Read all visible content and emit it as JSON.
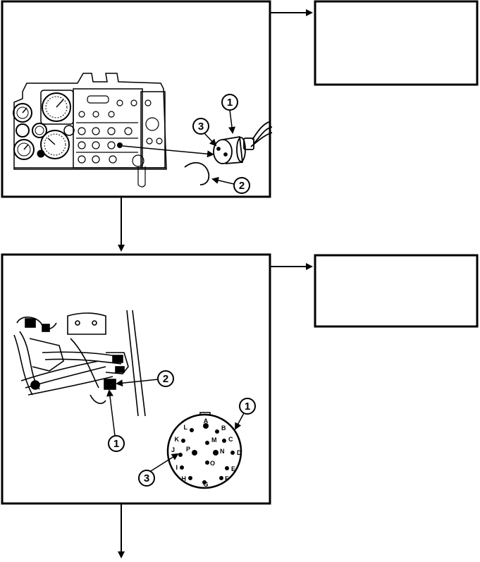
{
  "figure1": {
    "callouts": [
      "1",
      "2",
      "3"
    ]
  },
  "figure2": {
    "callouts": [
      "1",
      "2",
      "1",
      "3"
    ],
    "connector_pins": [
      "A",
      "B",
      "C",
      "D",
      "E",
      "F",
      "G",
      "H",
      "I",
      "J",
      "K",
      "L",
      "M",
      "N",
      "O",
      "P"
    ]
  },
  "note_boxes": [
    "",
    ""
  ],
  "colors": {
    "ink": "#000000",
    "paper": "#ffffff"
  }
}
